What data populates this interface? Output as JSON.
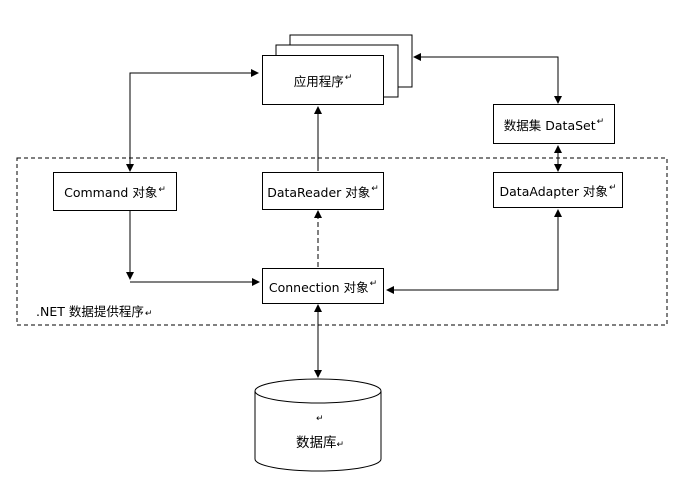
{
  "diagram": {
    "app_label": "应用程序",
    "dataset_label": "数据集 DataSet",
    "command_label": "Command 对象",
    "datareader_label": "DataReader 对象",
    "dataadapter_label": "DataAdapter 对象",
    "connection_label": "Connection 对象",
    "provider_label": ".NET 数据提供程序",
    "database_label": "数据库",
    "return_mark": "↵"
  }
}
